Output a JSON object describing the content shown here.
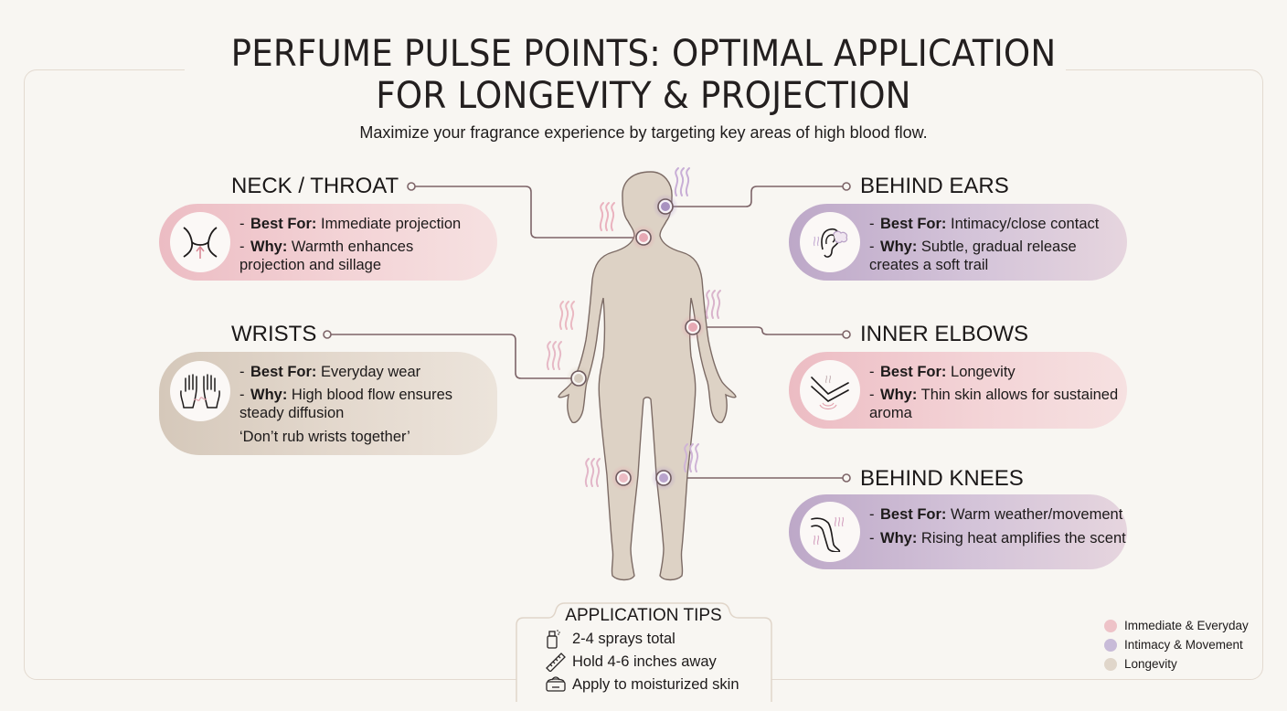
{
  "header": {
    "title_line1": "PERFUME PULSE POINTS: OPTIMAL APPLICATION",
    "title_line2": "FOR LONGEVITY & PROJECTION",
    "subtitle": "Maximize your fragrance experience by targeting key areas of high blood flow."
  },
  "colors": {
    "pink": "#e8b8c0",
    "lavender": "#c2b1d0",
    "beige": "#d9cec3",
    "body": "#ddd2c5",
    "outline": "#7c6b65",
    "connector": "#7d6468"
  },
  "points": [
    {
      "id": "neck",
      "heading": "NECK / THROAT",
      "icon": "neck-icon",
      "group": "pink",
      "best_label": "Best For:",
      "best": "Immediate projection",
      "why_label": "Why:",
      "why1": "Warmth enhances",
      "why2": "projection and sillage",
      "note": ""
    },
    {
      "id": "wrists",
      "heading": "WRISTS",
      "icon": "hands-icon",
      "group": "beige",
      "best_label": "Best For:",
      "best": "Everyday wear",
      "why_label": "Why:",
      "why1": "High blood flow ensures",
      "why2": "steady diffusion",
      "note": "‘Don’t rub wrists together’"
    },
    {
      "id": "ears",
      "heading": "BEHIND EARS",
      "icon": "ear-icon",
      "group": "lavender",
      "best_label": "Best For:",
      "best": "Intimacy/close contact",
      "why_label": "Why:",
      "why1": "Subtle, gradual release",
      "why2": "creates a soft trail",
      "note": ""
    },
    {
      "id": "elbows",
      "heading": "INNER ELBOWS",
      "icon": "elbow-icon",
      "group": "pink",
      "best_label": "Best For:",
      "best": "Longevity",
      "why_label": "Why:",
      "why1": "Thin skin allows for sustained",
      "why2": "aroma",
      "note": ""
    },
    {
      "id": "knees",
      "heading": "BEHIND KNEES",
      "icon": "leg-icon",
      "group": "lavender",
      "best_label": "Best For:",
      "best": "Warm weather/movement",
      "why_label": "Why:",
      "why1": "Rising heat amplifies the scent",
      "why2": "",
      "note": ""
    }
  ],
  "tips": {
    "title": "APPLICATION TIPS",
    "items": [
      {
        "icon": "spray-bottle-icon",
        "text": "2-4 sprays total"
      },
      {
        "icon": "ruler-icon",
        "text": "Hold 4-6 inches away"
      },
      {
        "icon": "cream-jar-icon",
        "text": "Apply to moisturized skin"
      }
    ]
  },
  "legend": [
    {
      "label": "Immediate & Everyday",
      "color": "#eec3c8"
    },
    {
      "label": "Intimacy & Movement",
      "color": "#c8bbd8"
    },
    {
      "label": "Longevity",
      "color": "#e0d6ca"
    }
  ]
}
